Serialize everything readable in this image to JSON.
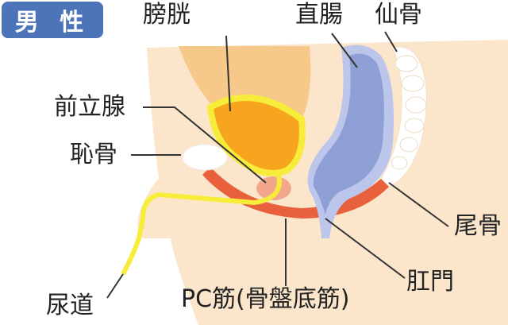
{
  "badge": "男 性",
  "labels": {
    "bladder": "膀胱",
    "rectum": "直腸",
    "sacrum": "仙骨",
    "prostate": "前立腺",
    "pubic_bone": "恥骨",
    "coccyx": "尾骨",
    "urethra": "尿道",
    "pc_muscle": "PC筋(骨盤底筋)",
    "anus": "肛門"
  },
  "colors": {
    "badge": "#4d74b9",
    "body": "#fbe6cc",
    "abdomen": "#f6c98b",
    "bladder_fill": "#f7a51e",
    "bladder_wall": "#f8ec3a",
    "rectum": "#8e9fd6",
    "rectum_wall": "#bcc6ea",
    "pelvic_floor": "#e8603c",
    "prostate": "#f2a78c"
  }
}
